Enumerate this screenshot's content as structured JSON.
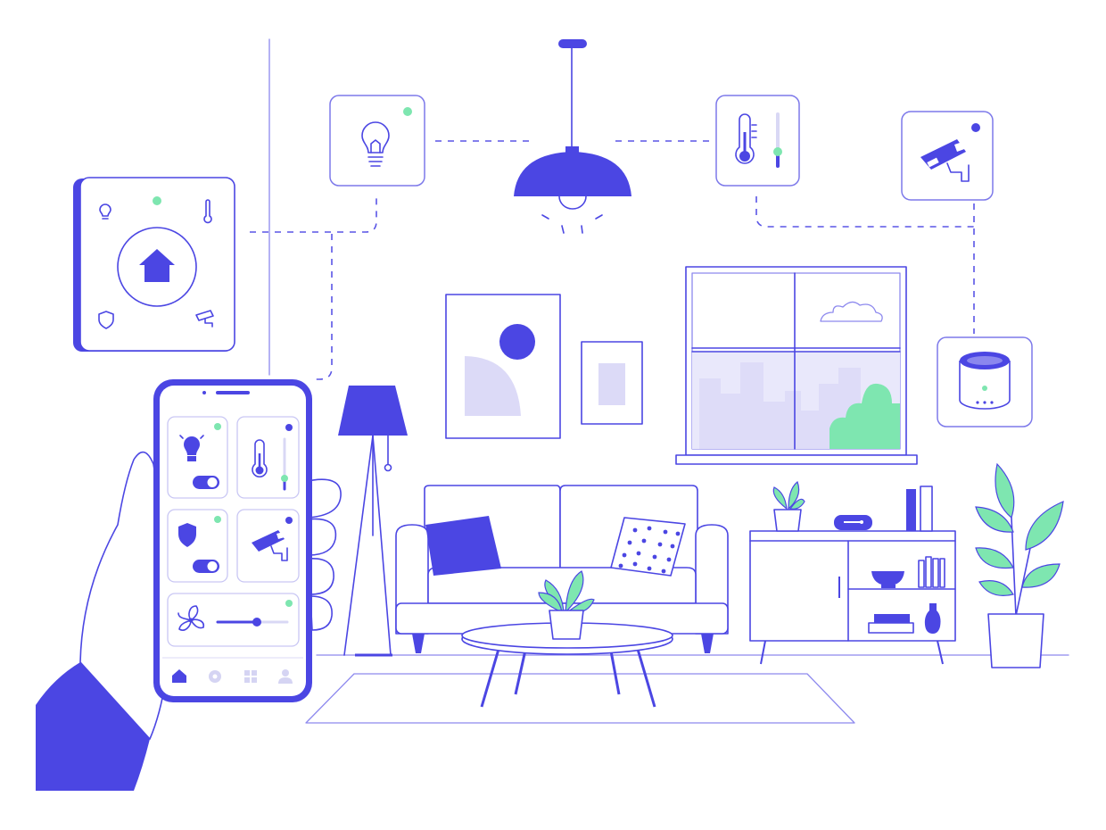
{
  "colors": {
    "accent": "#4b46e3",
    "status_green": "#7ee6b0",
    "lavender": "#dcdaf7",
    "background": "#ffffff"
  },
  "phone_app": {
    "tiles": [
      {
        "icon": "lightbulb-icon",
        "control": "toggle",
        "state": "on",
        "status": "online"
      },
      {
        "icon": "thermometer-icon",
        "control": "vertical-slider",
        "level": 0.15
      },
      {
        "icon": "shield-icon",
        "control": "toggle",
        "state": "on",
        "status": "online"
      },
      {
        "icon": "security-camera-icon",
        "status": "indicator"
      },
      {
        "icon": "fan-icon",
        "control": "slider",
        "level": 0.55,
        "status": "online"
      }
    ],
    "nav_tabs": [
      "home-icon",
      "circle-icon",
      "grid-icon",
      "user-icon"
    ],
    "active_tab": "home-icon"
  },
  "wall_panel": {
    "icons": [
      "lightbulb-icon",
      "thermometer-icon",
      "home-icon",
      "shield-icon",
      "security-camera-icon"
    ],
    "status": "online"
  },
  "devices": [
    {
      "name": "smart-bulb",
      "icon": "lightbulb-icon",
      "status": "online"
    },
    {
      "name": "thermostat",
      "icon": "thermometer-icon",
      "level": 0.2
    },
    {
      "name": "security-camera",
      "icon": "security-camera-icon",
      "status": "indicator"
    },
    {
      "name": "smart-speaker",
      "icon": "speaker-icon",
      "status": "online"
    }
  ]
}
